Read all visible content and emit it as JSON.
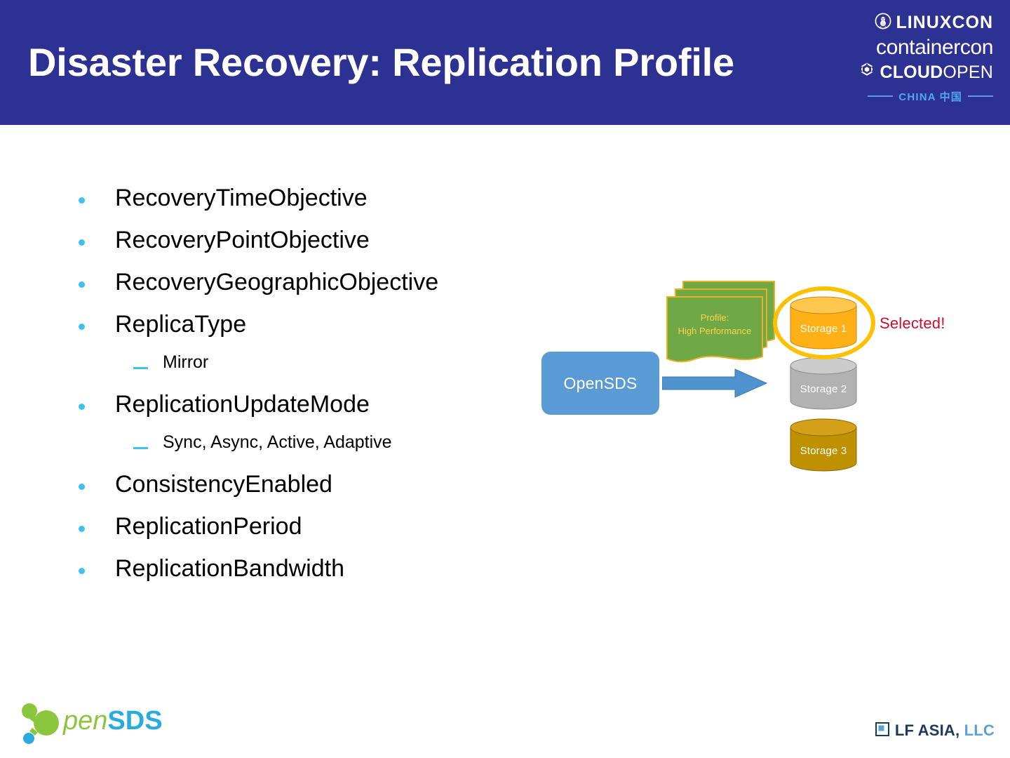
{
  "slide": {
    "title": "Disaster Recovery: Replication Profile",
    "header_color": "#2D3192",
    "background_color": "#FFFFFF",
    "bullet_color": "#3FC1F0"
  },
  "conference_logo": {
    "linuxcon": "LINUXCON",
    "containercon": "containercon",
    "cloud": "CLOUD",
    "open": "OPEN",
    "region": "CHINA 中国",
    "penguin_icon": "penguin-icon",
    "hex-icon": "hexagon-icon",
    "accent_color": "#4FA8F0"
  },
  "bullets": [
    {
      "level": 1,
      "text": "RecoveryTimeObjective"
    },
    {
      "level": 1,
      "text": "RecoveryPointObjective"
    },
    {
      "level": 1,
      "text": "RecoveryGeographicObjective"
    },
    {
      "level": 1,
      "text": "ReplicaType"
    },
    {
      "level": 2,
      "text": "Mirror"
    },
    {
      "level": 1,
      "text": "ReplicationUpdateMode"
    },
    {
      "level": 2,
      "text": "Sync, Async, Active, Adaptive"
    },
    {
      "level": 1,
      "text": "ConsistencyEnabled"
    },
    {
      "level": 1,
      "text": "ReplicationPeriod"
    },
    {
      "level": 1,
      "text": "ReplicationBandwidth"
    }
  ],
  "diagram": {
    "source_node": {
      "label": "OpenSDS",
      "fill": "#5B9BD5",
      "text_color": "#FFFFFF"
    },
    "arrow": {
      "name": "flow-arrow",
      "color": "#5B9BD5",
      "direction": "right"
    },
    "profile_card": {
      "line1": "Profile:",
      "line2": "High Performance",
      "fill": "#6FA845",
      "border": "#E8B125",
      "text_color": "#FFD24D",
      "stack_count": 3
    },
    "storages": [
      {
        "label": "Storage 1",
        "fill": "#FFB016",
        "top_fill": "#FFC84D",
        "selected": true
      },
      {
        "label": "Storage 2",
        "fill": "#B2B2B2",
        "top_fill": "#CCCCCC",
        "selected": false
      },
      {
        "label": "Storage 3",
        "fill": "#BF9000",
        "top_fill": "#D4A017",
        "selected": false
      }
    ],
    "selection": {
      "ring_color": "#FFC000",
      "callout": "Selected!",
      "callout_color": "#C8102E"
    }
  },
  "footer": {
    "opensds": {
      "pen": "pen",
      "sds": "SDS",
      "node_color": "#8CC63E",
      "word_color": "#29ABE2"
    },
    "lf_asia": {
      "primary": "LF ASIA,",
      "secondary": "LLC",
      "mark": "square-mark-icon",
      "primary_color": "#1B3A5C",
      "secondary_color": "#5BA3D0"
    }
  }
}
